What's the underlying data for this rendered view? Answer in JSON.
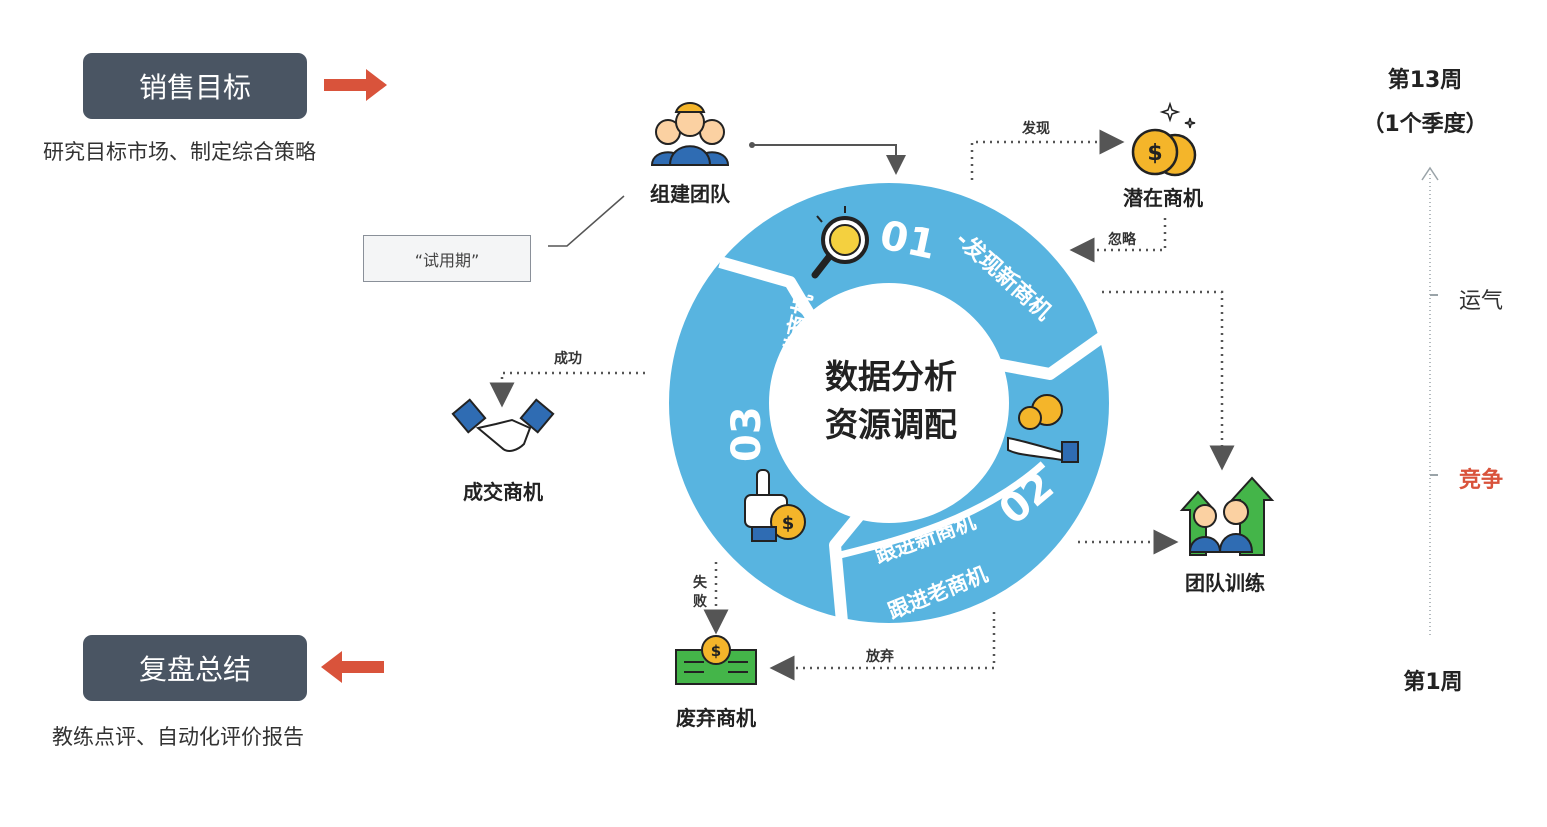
{
  "left": {
    "sales_goal": {
      "label": "销售目标",
      "desc": "研究目标市场、制定综合策略"
    },
    "review": {
      "label": "复盘总结",
      "desc": "教练点评、自动化评价报告"
    }
  },
  "trial_period": "“试用期”",
  "center": {
    "line1": "数据分析",
    "line2": "资源调配"
  },
  "segments": {
    "s01": {
      "number": "01",
      "text": "-发现新商机"
    },
    "s02": {
      "number": "02",
      "text_new": "跟进新商机",
      "text_old": "跟进老商机"
    },
    "s03": {
      "number": "03",
      "text": "-推进商机"
    }
  },
  "nodes": {
    "team_build": "组建团队",
    "potential": "潜在商机",
    "deal": "成交商机",
    "abandoned": "废弃商机",
    "training": "团队训练"
  },
  "edges": {
    "discover": "发现",
    "ignore": "忽略",
    "success": "成功",
    "fail_top": "失",
    "fail_bottom": "败",
    "give_up": "放弃"
  },
  "timeline": {
    "top_week": "第13周",
    "top_quarter": "（1个季度）",
    "bottom_week": "第1周",
    "luck": "运气",
    "competition": "竞争"
  },
  "colors": {
    "ring": "#58b4e0",
    "pill": "#4a5563",
    "arrow": "#d9533b",
    "competition": "#d9533b",
    "gold": "#f4b52a",
    "green": "#44b549"
  }
}
